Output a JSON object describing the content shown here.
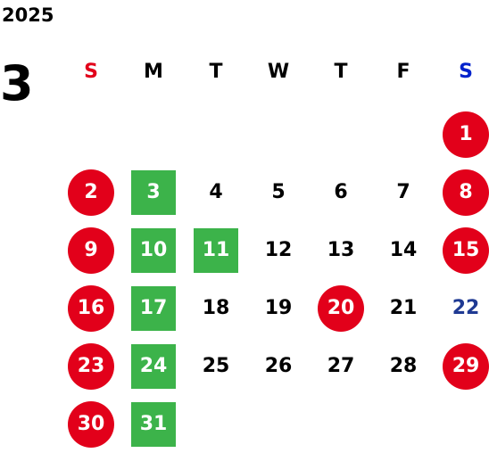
{
  "header": {
    "year": "2025",
    "month": "3"
  },
  "weekdays": [
    {
      "label": "S",
      "color": "#e2001a"
    },
    {
      "label": "M",
      "color": "#000000"
    },
    {
      "label": "T",
      "color": "#000000"
    },
    {
      "label": "W",
      "color": "#000000"
    },
    {
      "label": "T",
      "color": "#000000"
    },
    {
      "label": "F",
      "color": "#000000"
    },
    {
      "label": "S",
      "color": "#0022cc"
    }
  ],
  "colors": {
    "holiday": "#e2001a",
    "special": "#3cb34a",
    "saturday_plain": "#1f3a93",
    "text": "#000000",
    "text_on_mark": "#ffffff"
  },
  "first_weekday_index": 6,
  "days": [
    {
      "label": "1",
      "mark": "holiday"
    },
    {
      "label": "2",
      "mark": "holiday"
    },
    {
      "label": "3",
      "mark": "special"
    },
    {
      "label": "4",
      "mark": "none"
    },
    {
      "label": "5",
      "mark": "none"
    },
    {
      "label": "6",
      "mark": "none"
    },
    {
      "label": "7",
      "mark": "none"
    },
    {
      "label": "8",
      "mark": "holiday"
    },
    {
      "label": "9",
      "mark": "holiday"
    },
    {
      "label": "10",
      "mark": "special"
    },
    {
      "label": "11",
      "mark": "special"
    },
    {
      "label": "12",
      "mark": "none"
    },
    {
      "label": "13",
      "mark": "none"
    },
    {
      "label": "14",
      "mark": "none"
    },
    {
      "label": "15",
      "mark": "holiday"
    },
    {
      "label": "16",
      "mark": "holiday"
    },
    {
      "label": "17",
      "mark": "special"
    },
    {
      "label": "18",
      "mark": "none"
    },
    {
      "label": "19",
      "mark": "none"
    },
    {
      "label": "20",
      "mark": "holiday"
    },
    {
      "label": "21",
      "mark": "none"
    },
    {
      "label": "22",
      "mark": "saturday"
    },
    {
      "label": "23",
      "mark": "holiday"
    },
    {
      "label": "24",
      "mark": "special"
    },
    {
      "label": "25",
      "mark": "none"
    },
    {
      "label": "26",
      "mark": "none"
    },
    {
      "label": "27",
      "mark": "none"
    },
    {
      "label": "28",
      "mark": "none"
    },
    {
      "label": "29",
      "mark": "holiday"
    },
    {
      "label": "30",
      "mark": "holiday"
    },
    {
      "label": "31",
      "mark": "special"
    }
  ]
}
